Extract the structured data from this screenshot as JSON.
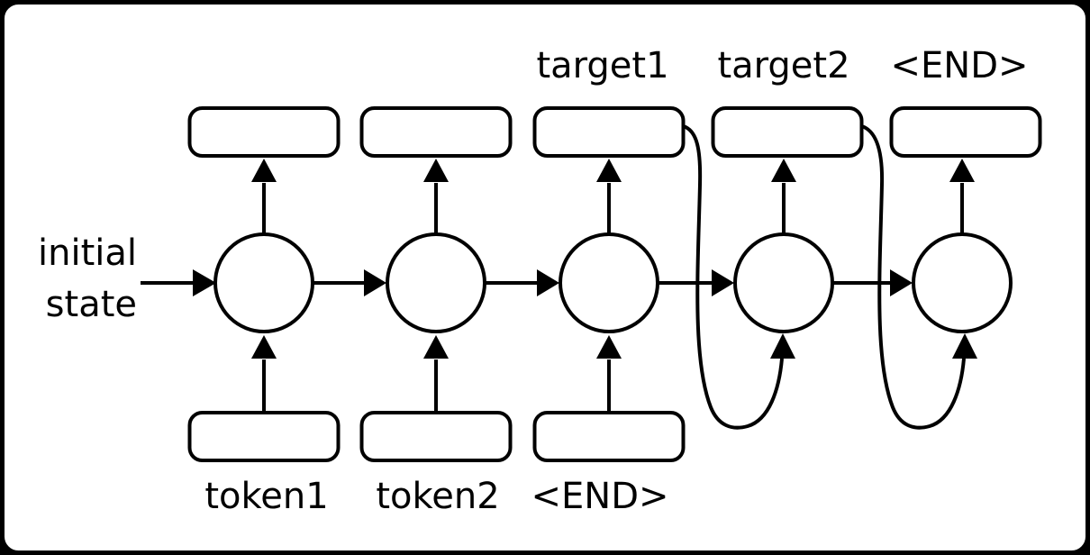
{
  "diagram": {
    "type": "rnn-sequence-diagram",
    "cell_count": 5,
    "initial_state": [
      "initial",
      "state"
    ],
    "input_labels": [
      "token1",
      "token2",
      "<END>"
    ],
    "output_labels": [
      "target1",
      "target2",
      "<END>"
    ],
    "colors": {
      "stroke": "#000000",
      "fill": "#ffffff",
      "frame_border": "#000000",
      "outside": "#000000",
      "text": "#000000"
    }
  }
}
